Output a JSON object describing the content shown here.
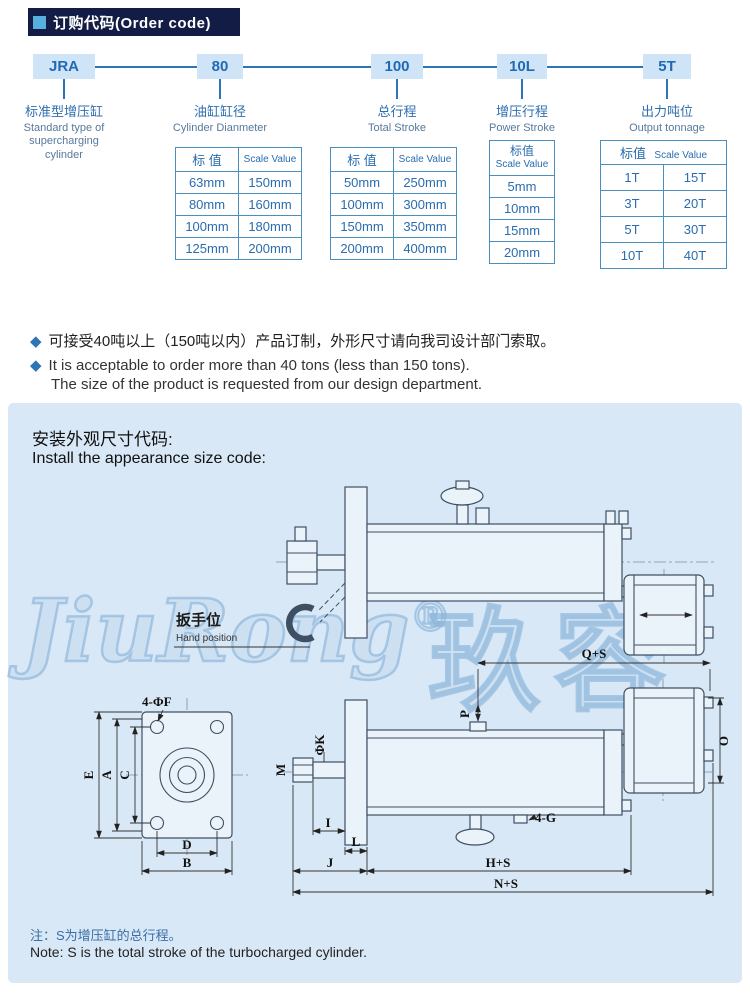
{
  "header": {
    "title": "订购代码(Order code)"
  },
  "order_code": {
    "segments": [
      {
        "code": "JRA",
        "label_cn": "标准型增压缸",
        "label_en_lines": [
          "Standard type of",
          "supercharging",
          "cylinder"
        ]
      },
      {
        "code": "80",
        "label_cn": "油缸缸径",
        "label_en_lines": [
          "Cylinder Dianmeter"
        ]
      },
      {
        "code": "100",
        "label_cn": "总行程",
        "label_en_lines": [
          "Total Stroke"
        ]
      },
      {
        "code": "10L",
        "label_cn": "增压行程",
        "label_en_lines": [
          "Power Stroke"
        ]
      },
      {
        "code": "5T",
        "label_cn": "出力吨位",
        "label_en_lines": [
          "Output tonnage"
        ]
      }
    ]
  },
  "tables": {
    "diameter": {
      "header_cn": "标 值",
      "header_en": "Scale Value",
      "rows": [
        [
          "63mm",
          "150mm"
        ],
        [
          "80mm",
          "160mm"
        ],
        [
          "100mm",
          "180mm"
        ],
        [
          "125mm",
          "200mm"
        ]
      ]
    },
    "stroke": {
      "header_cn": "标 值",
      "header_en": "Scale Value",
      "rows": [
        [
          "50mm",
          "250mm"
        ],
        [
          "100mm",
          "300mm"
        ],
        [
          "150mm",
          "350mm"
        ],
        [
          "200mm",
          "400mm"
        ]
      ]
    },
    "power": {
      "header_cn": "标值",
      "header_en": "Scale Value",
      "rows": [
        "5mm",
        "10mm",
        "15mm",
        "20mm"
      ]
    },
    "tonnage": {
      "header_cn": "标值",
      "header_en": "Scale Value",
      "rows": [
        [
          "1T",
          "15T"
        ],
        [
          "3T",
          "20T"
        ],
        [
          "5T",
          "30T"
        ],
        [
          "10T",
          "40T"
        ]
      ]
    }
  },
  "notes": {
    "cn": "可接受40吨以上（150吨以内）产品订制，外形尺寸请向我司设计部门索取。",
    "en1": "It is acceptable to order more than 40 tons (less than 150 tons).",
    "en2": "The size of the product is requested from our design department."
  },
  "install": {
    "title_cn": "安装外观尺寸代码:",
    "title_en": "Install the appearance size code:",
    "hand_cn": "扳手位",
    "hand_en": "Hand position",
    "watermark_latin": "JiuRong",
    "watermark_reg": "®",
    "watermark_cn": "玖容",
    "dims": {
      "qs": "Q+S",
      "f": "4-ΦF",
      "k": "ΦK",
      "p": "P",
      "m": "M",
      "o": "O",
      "e": "E",
      "a": "A",
      "c": "C",
      "d": "D",
      "b": "B",
      "i": "I",
      "l": "L",
      "j": "J",
      "hs": "H+S",
      "ns": "N+S",
      "g": "4-G"
    },
    "note_cn": "注：S为增压缸的总行程。",
    "note_en": "Note: S is the total stroke of the turbocharged cylinder."
  },
  "colors": {
    "accent_blue": "#2e75b6",
    "banner_navy": "#131c44",
    "panel_blue": "#d9e8f6",
    "code_box_blue": "#cfe4f7"
  }
}
